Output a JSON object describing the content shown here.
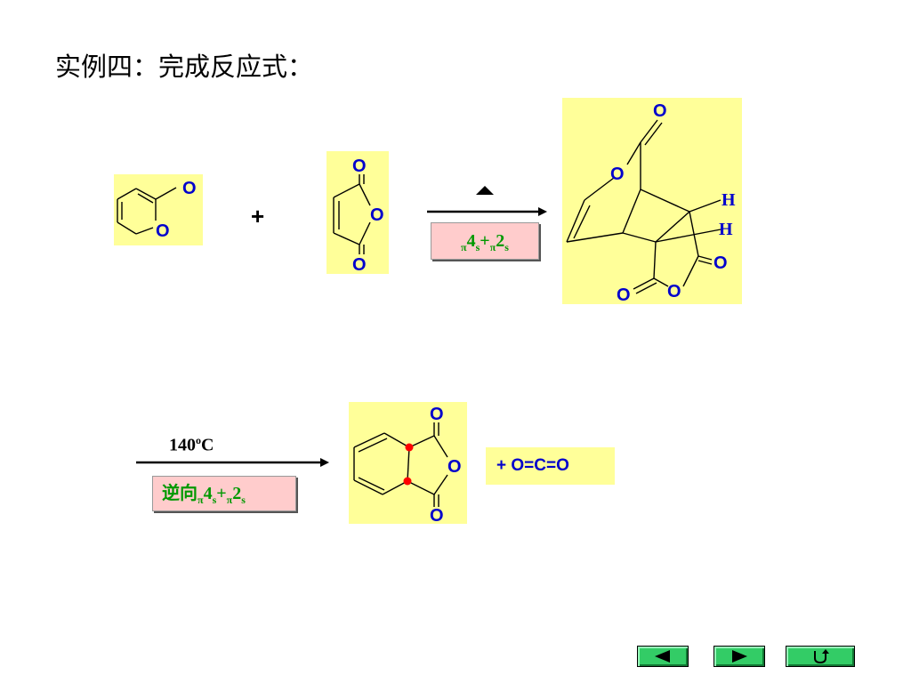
{
  "title": "实例四：完成反应式：",
  "atoms": {
    "O": "O",
    "H": "H"
  },
  "plus_sign": "+",
  "reaction1": {
    "condition_label": {
      "main": "π4s+π2s",
      "pi1": "π",
      "n1": "4",
      "s1": "s",
      "plus": "+",
      "pi2": "π",
      "n2": "2",
      "s2": "s"
    },
    "heat_symbol": "triangle-heat-icon"
  },
  "reaction2": {
    "temperature": {
      "value": "140",
      "sup": "o",
      "unit": "C"
    },
    "condition_label": {
      "prefix": "逆向",
      "pi1": "π",
      "n1": "4",
      "s1": "s",
      "plus": "+",
      "pi2": "π",
      "n2": "2",
      "s2": "s"
    },
    "byproduct": "+  O=C=O"
  },
  "colors": {
    "highlight": "#ffff99",
    "atom": "#0000cc",
    "condition_bg": "#ffcccc",
    "condition_text": "#009900",
    "nav_button": "#33cc66",
    "stereo_dot": "#ff0000"
  },
  "nav": {
    "prev": "triangle-left-icon",
    "next": "triangle-right-icon",
    "return": "return-icon"
  }
}
